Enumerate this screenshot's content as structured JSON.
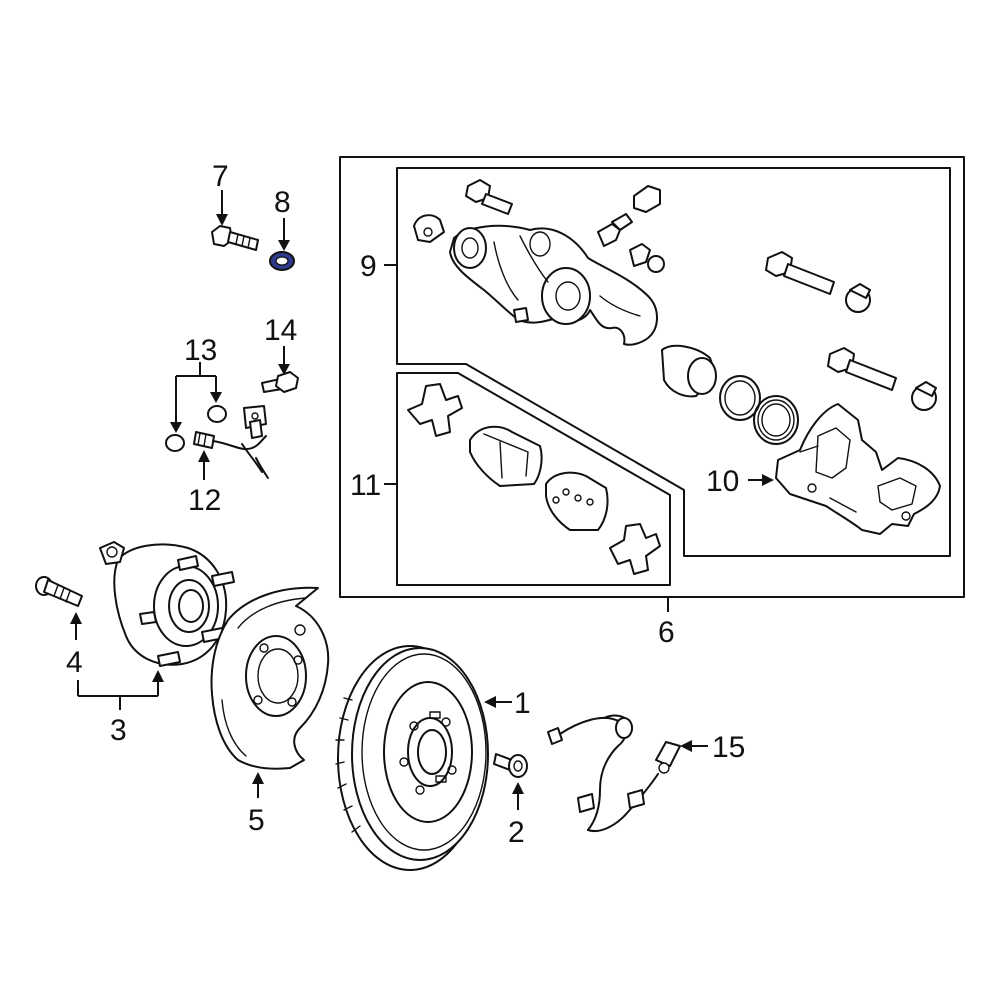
{
  "callouts": {
    "c1": "1",
    "c2": "2",
    "c3": "3",
    "c4": "4",
    "c5": "5",
    "c6": "6",
    "c7": "7",
    "c8": "8",
    "c9": "9",
    "c10": "10",
    "c11": "11",
    "c12": "12",
    "c13": "13",
    "c14": "14",
    "c15": "15"
  },
  "colors": {
    "line": "#111111",
    "background": "#ffffff",
    "highlight_part": "#2e3a8c"
  },
  "highlighted_part": "8"
}
